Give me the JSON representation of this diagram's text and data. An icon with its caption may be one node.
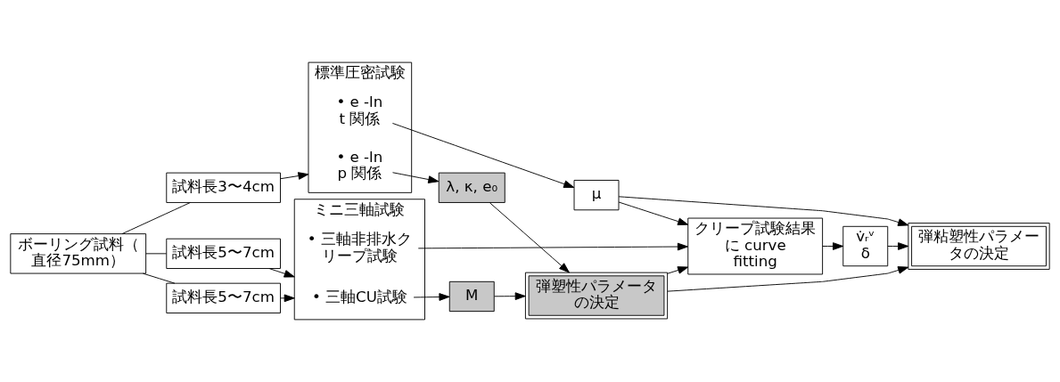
{
  "diagram": {
    "nodes": [
      {
        "text": [
          "ボーリング試料（直径75mm）"
        ]
      },
      {
        "text": [
          "試料長3〜4cm"
        ]
      },
      {
        "text": [
          "試料長5〜7cm"
        ]
      },
      {
        "text": [
          "試料長5〜7cm"
        ]
      },
      {
        "text": [
          "標準圧密試験"
        ]
      },
      {
        "text": [
          "• e -ln p 関係"
        ],
        "in": 4
      },
      {
        "text": [
          "• e -ln t 関係"
        ],
        "in": 4
      },
      {
        "text": [
          "ミニ三軸試験"
        ]
      },
      {
        "text": [
          "• 三軸CU試験"
        ],
        "in": 7
      },
      {
        "text": [
          "• 三軸非排水クリープ試験"
        ],
        "in": 7
      },
      {
        "text": [
          "λ, κ, e₀"
        ]
      },
      {
        "text": [
          "μ"
        ]
      },
      {
        "text": [
          "M"
        ]
      },
      {
        "text": [
          "弾塑性パラメータの決定"
        ]
      },
      {
        "text": [
          "クリープ試験結果に curve fitting"
        ]
      },
      {
        "text": [
          "v̇ᵣᵛ",
          "δ"
        ]
      },
      {
        "text": [
          "弾粘塑性パラメータの決定"
        ]
      }
    ],
    "edges": [
      {
        "from": 0,
        "to": 1,
        "arrow": "none"
      },
      {
        "from": 0,
        "to": 2,
        "arrow": "none"
      },
      {
        "from": 0,
        "to": 3,
        "arrow": "none"
      },
      {
        "from": 1,
        "to": 4,
        "arrow": "to"
      },
      {
        "from": 2,
        "to": 7,
        "arrow": "to"
      },
      {
        "from": 3,
        "to": 7,
        "arrow": "to"
      },
      {
        "from": 5,
        "to": 10,
        "arrow": "to"
      },
      {
        "from": 6,
        "to": 11,
        "arrow": "to"
      },
      {
        "from": 8,
        "to": 12,
        "arrow": "to"
      },
      {
        "from": 9,
        "to": 14,
        "arrow": "to"
      },
      {
        "from": 10,
        "to": 13,
        "arrow": "to"
      },
      {
        "from": 12,
        "to": 13,
        "arrow": "to"
      },
      {
        "from": 11,
        "to": 14,
        "arrow": "to"
      },
      {
        "from": 13,
        "to": 14,
        "arrow": "to"
      },
      {
        "from": 14,
        "to": 15,
        "arrow": "to"
      },
      {
        "from": 11,
        "to": 16,
        "arrow": "to"
      },
      {
        "from": 13,
        "to": 16,
        "arrow": "to"
      },
      {
        "from": 15,
        "to": 16,
        "arrow": "to"
      }
    ]
  }
}
